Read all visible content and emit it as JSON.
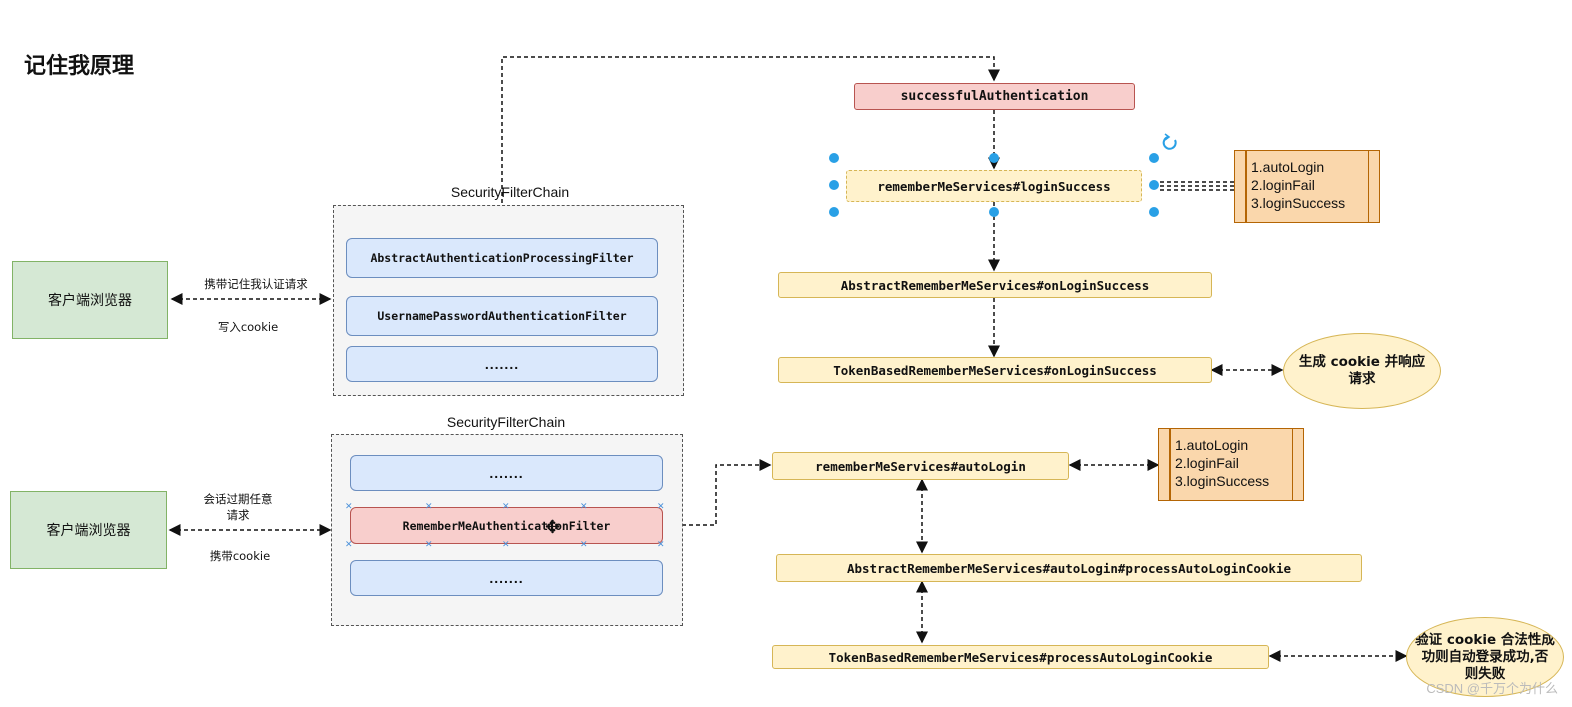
{
  "title": "记住我原理",
  "top_section": {
    "client_label": "客户端浏览器",
    "edge_label_request": "携带记住我认证请求",
    "edge_label_cookie": "写入cookie",
    "chain_label": "SecurityFilterChain",
    "filters": [
      "AbstractAuthenticationProcessingFilter",
      "UsernamePasswordAuthenticationFilter",
      "......."
    ],
    "flow": {
      "successful_authentication": "successfulAuthentication",
      "login_success": "rememberMeServices#loginSuccess",
      "abstract_on_login_success": "AbstractRememberMeServices#onLoginSuccess",
      "token_on_login_success": "TokenBasedRememberMeServices#onLoginSuccess"
    },
    "methods_list": [
      "1.autoLogin",
      "2.loginFail",
      "3.loginSuccess"
    ],
    "ellipse_text": "生成 cookie 并响应请求"
  },
  "bottom_section": {
    "client_label": "客户端浏览器",
    "edge_label_session": "会话过期任意请求",
    "edge_label_cookie": "携带cookie",
    "chain_label": "SecurityFilterChain",
    "filters": [
      ".......",
      "RememberMeAuthenticationFilter",
      "......."
    ],
    "flow": {
      "auto_login": "rememberMeServices#autoLogin",
      "abstract_process": "AbstractRememberMeServices#autoLogin#processAutoLoginCookie",
      "token_process": "TokenBasedRememberMeServices#processAutoLoginCookie"
    },
    "methods_list": [
      "1.autoLogin",
      "2.loginFail",
      "3.loginSuccess"
    ],
    "ellipse_text": "验证 cookie 合法性成功则自动登录成功,否则失败"
  },
  "watermark": "CSDN @千万个为什么",
  "colors": {
    "client_fill": "#d5e8d4",
    "filter_fill": "#dae8fc",
    "highlight_fill": "#f8cecc",
    "method_fill": "#fff2cc",
    "list_fill": "#fad7ac",
    "selection_handle": "#29a0e6"
  }
}
